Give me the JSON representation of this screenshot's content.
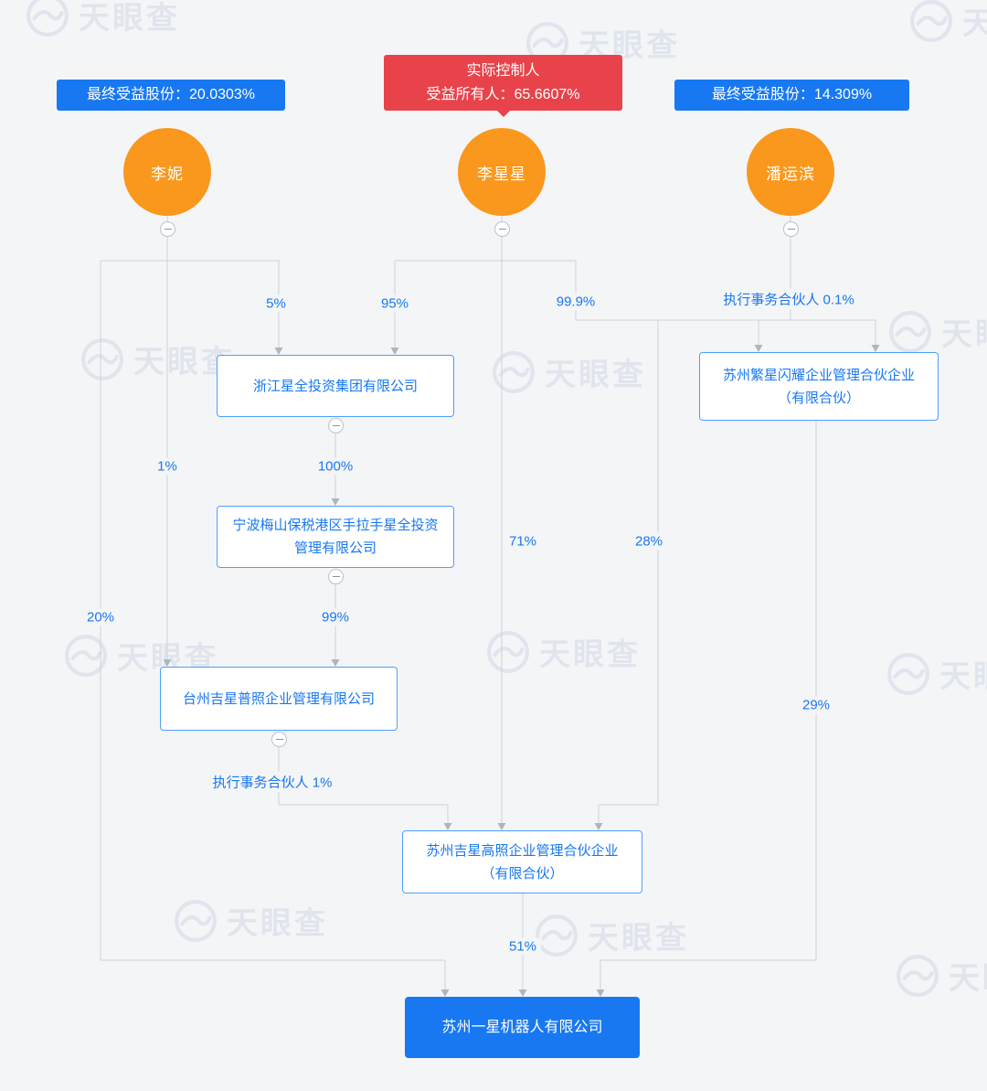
{
  "watermark": {
    "brand": "天眼查"
  },
  "badges": {
    "lini": "最终受益股份：20.0303%",
    "controller_line1": "实际控制人",
    "controller_line2": "受益所有人：65.6607%",
    "panyunbin": "最终受益股份：14.309%"
  },
  "persons": {
    "lini": "李妮",
    "lixingxing": "李星星",
    "panyunbin": "潘运滨"
  },
  "companies": {
    "zhejiang_xingquan": "浙江星全投资集团有限公司",
    "suzhou_fanxing": "苏州繁星闪耀企业管理合伙企业（有限合伙）",
    "ningbo_meishan": "宁波梅山保税港区手拉手星全投资管理有限公司",
    "taizhou_jixing": "台州吉星普照企业管理有限公司",
    "suzhou_jixing": "苏州吉星高照企业管理合伙企业（有限合伙）",
    "suzhou_yixing": "苏州一星机器人有限公司"
  },
  "edges": {
    "lini_to_zhejiang": "5%",
    "lixingxing_to_zhejiang": "95%",
    "lixingxing_to_fanxing": "99.9%",
    "panyunbin_to_fanxing": "执行事务合伙人 0.1%",
    "lini_to_taizhou": "1%",
    "zhejiang_to_ningbo": "100%",
    "lixingxing_to_suzhoujixing": "71%",
    "panyunbin_to_suzhoujixing": "28%",
    "lini_to_target": "20%",
    "ningbo_to_taizhou": "99%",
    "fanxing_to_target": "29%",
    "taizhou_to_suzhoujixing": "执行事务合伙人 1%",
    "suzhoujixing_to_target": "51%"
  },
  "colors": {
    "accent_blue": "#1778F2",
    "alert_red": "#E8434A",
    "person_orange": "#F9981D",
    "line_gray": "#CCD2DA",
    "arrow_gray": "#ADB6C0",
    "background": "#F4F5F7"
  }
}
